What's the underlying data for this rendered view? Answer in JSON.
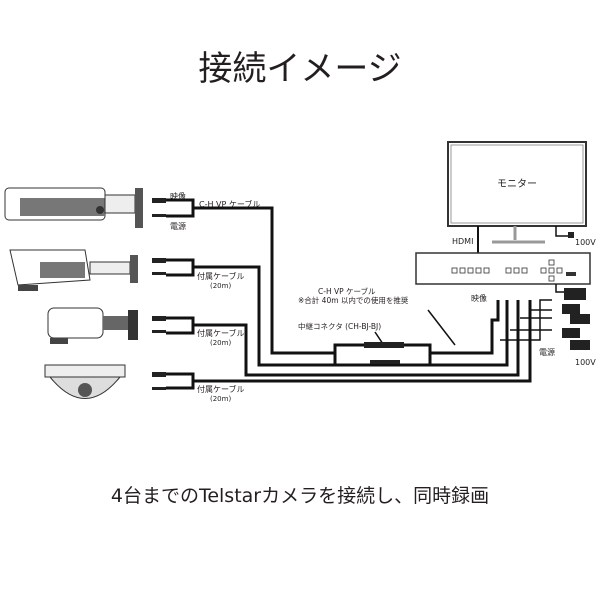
{
  "title": "接続イメージ",
  "caption": "4台までのTelstarカメラを接続し、同時録画",
  "labels": {
    "video": "映像",
    "power": "電源",
    "cable_main": "C-H VP ケーブル",
    "cable_included": "付属ケーブル",
    "cable_length": "(20m)",
    "cable_note_title": "C-H VP ケーブル",
    "cable_note": "※合計 40m 以内での使用を推奨",
    "relay_connector": "中継コネクタ (CH-BJ-BJ)",
    "monitor": "モニター",
    "hdmi": "HDMI",
    "voltage_monitor": "100V",
    "dvr_video": "映像",
    "dvr_power": "電源",
    "voltage_dvr": "100V"
  }
}
